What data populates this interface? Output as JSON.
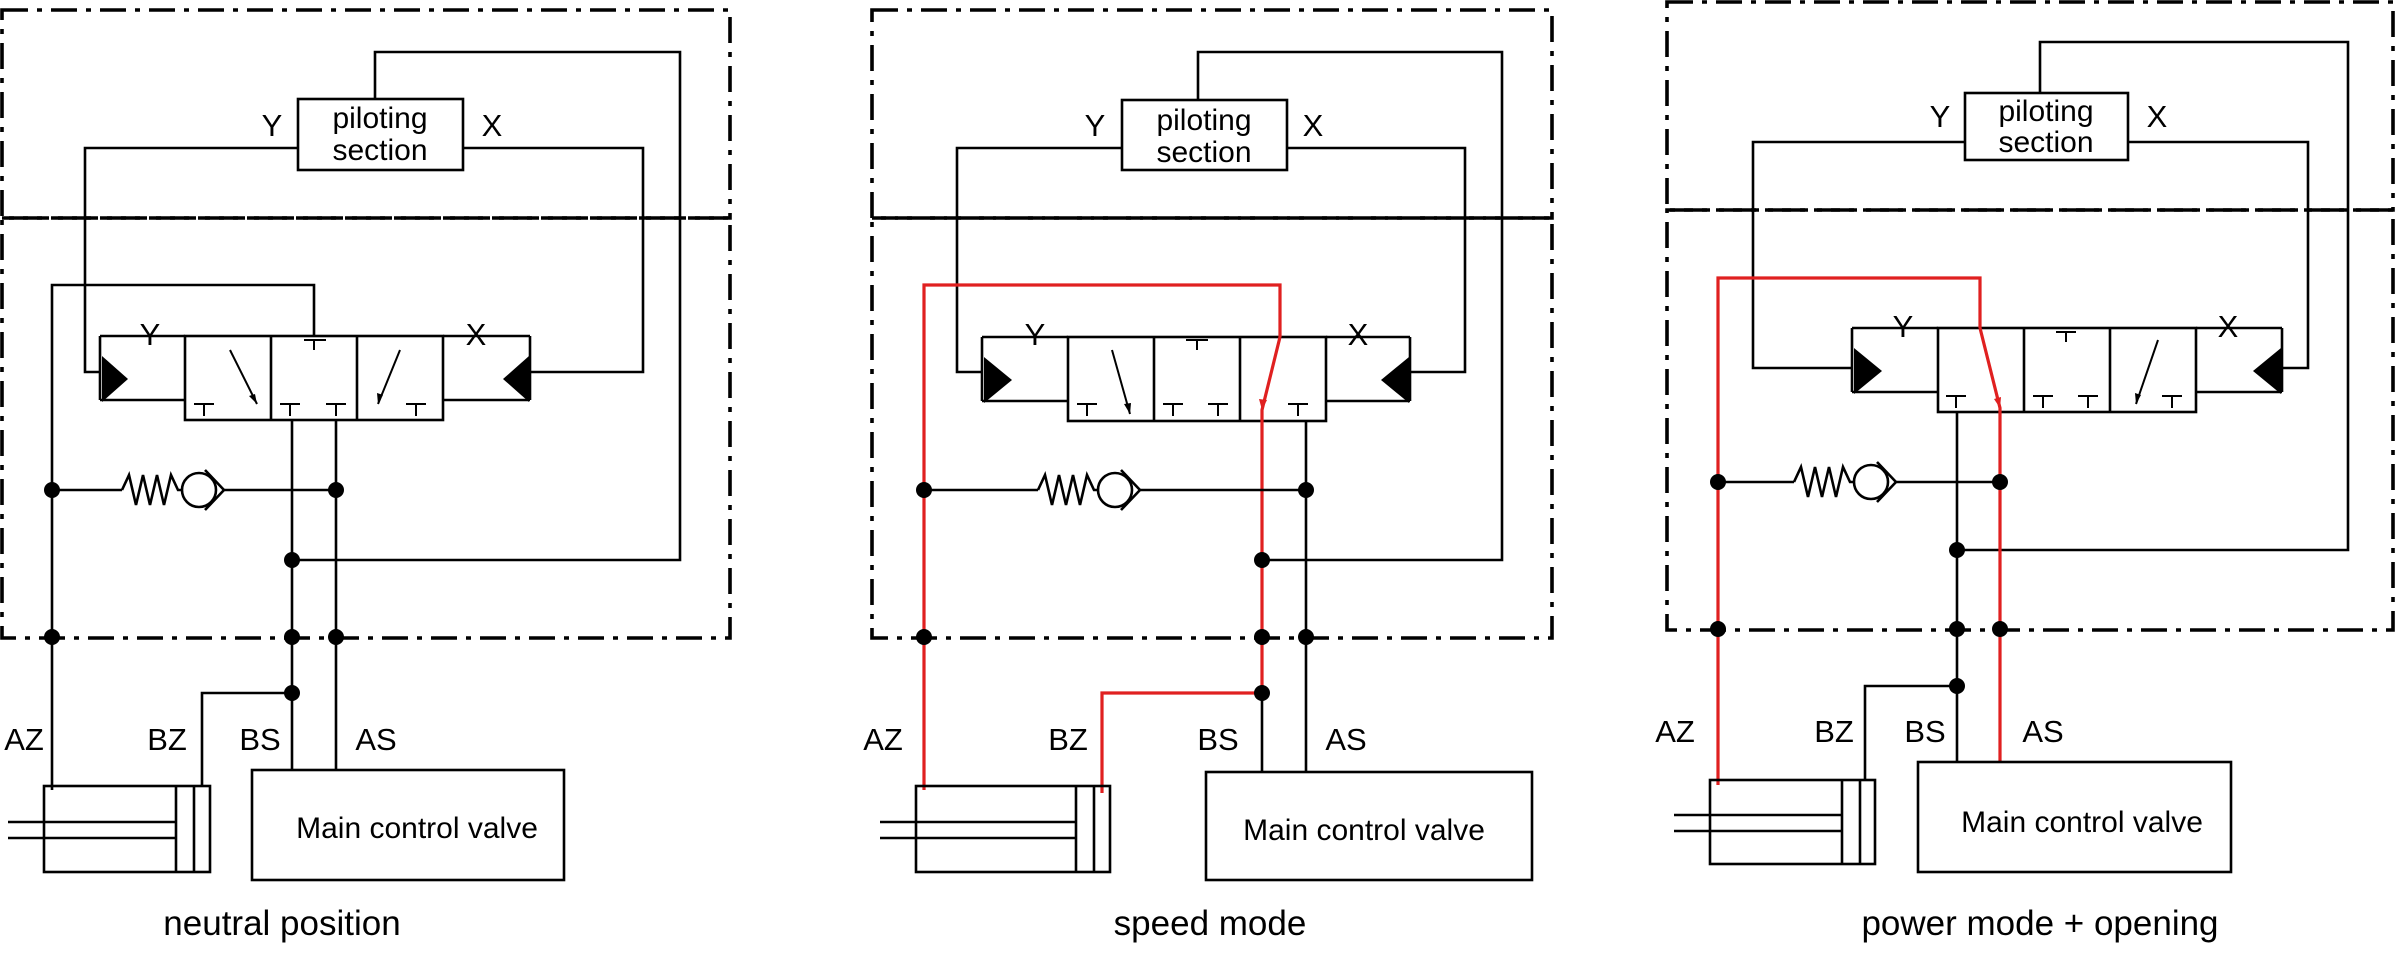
{
  "labels": {
    "piloting_line1": "piloting",
    "piloting_line2": "section",
    "Y": "Y",
    "X": "X",
    "AZ": "AZ",
    "BZ": "BZ",
    "BS": "BS",
    "AS": "AS",
    "main_control_valve": "Main control valve"
  },
  "panels": [
    {
      "caption": "neutral position"
    },
    {
      "caption": "speed mode"
    },
    {
      "caption": "power mode + opening"
    }
  ],
  "colors": {
    "line": "#000000",
    "active_flow": "#e02020"
  }
}
